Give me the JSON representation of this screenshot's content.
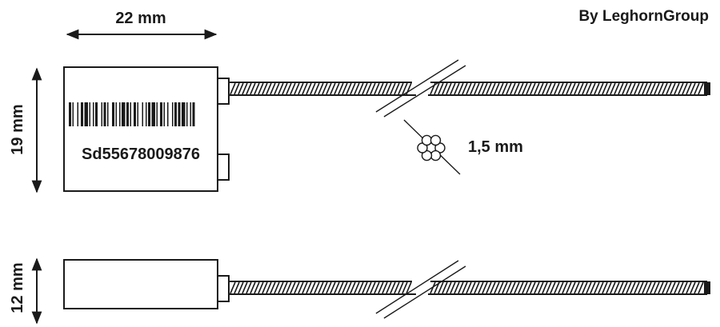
{
  "brand": {
    "text": "By LeghornGroup"
  },
  "dimensions": {
    "width": "22 mm",
    "height": "19 mm",
    "cable_diameter": "1,5 mm",
    "slim_height": "12 mm"
  },
  "seal": {
    "serial": "Sd55678009876"
  },
  "colors": {
    "ink": "#1a1a1a",
    "background": "#ffffff"
  }
}
